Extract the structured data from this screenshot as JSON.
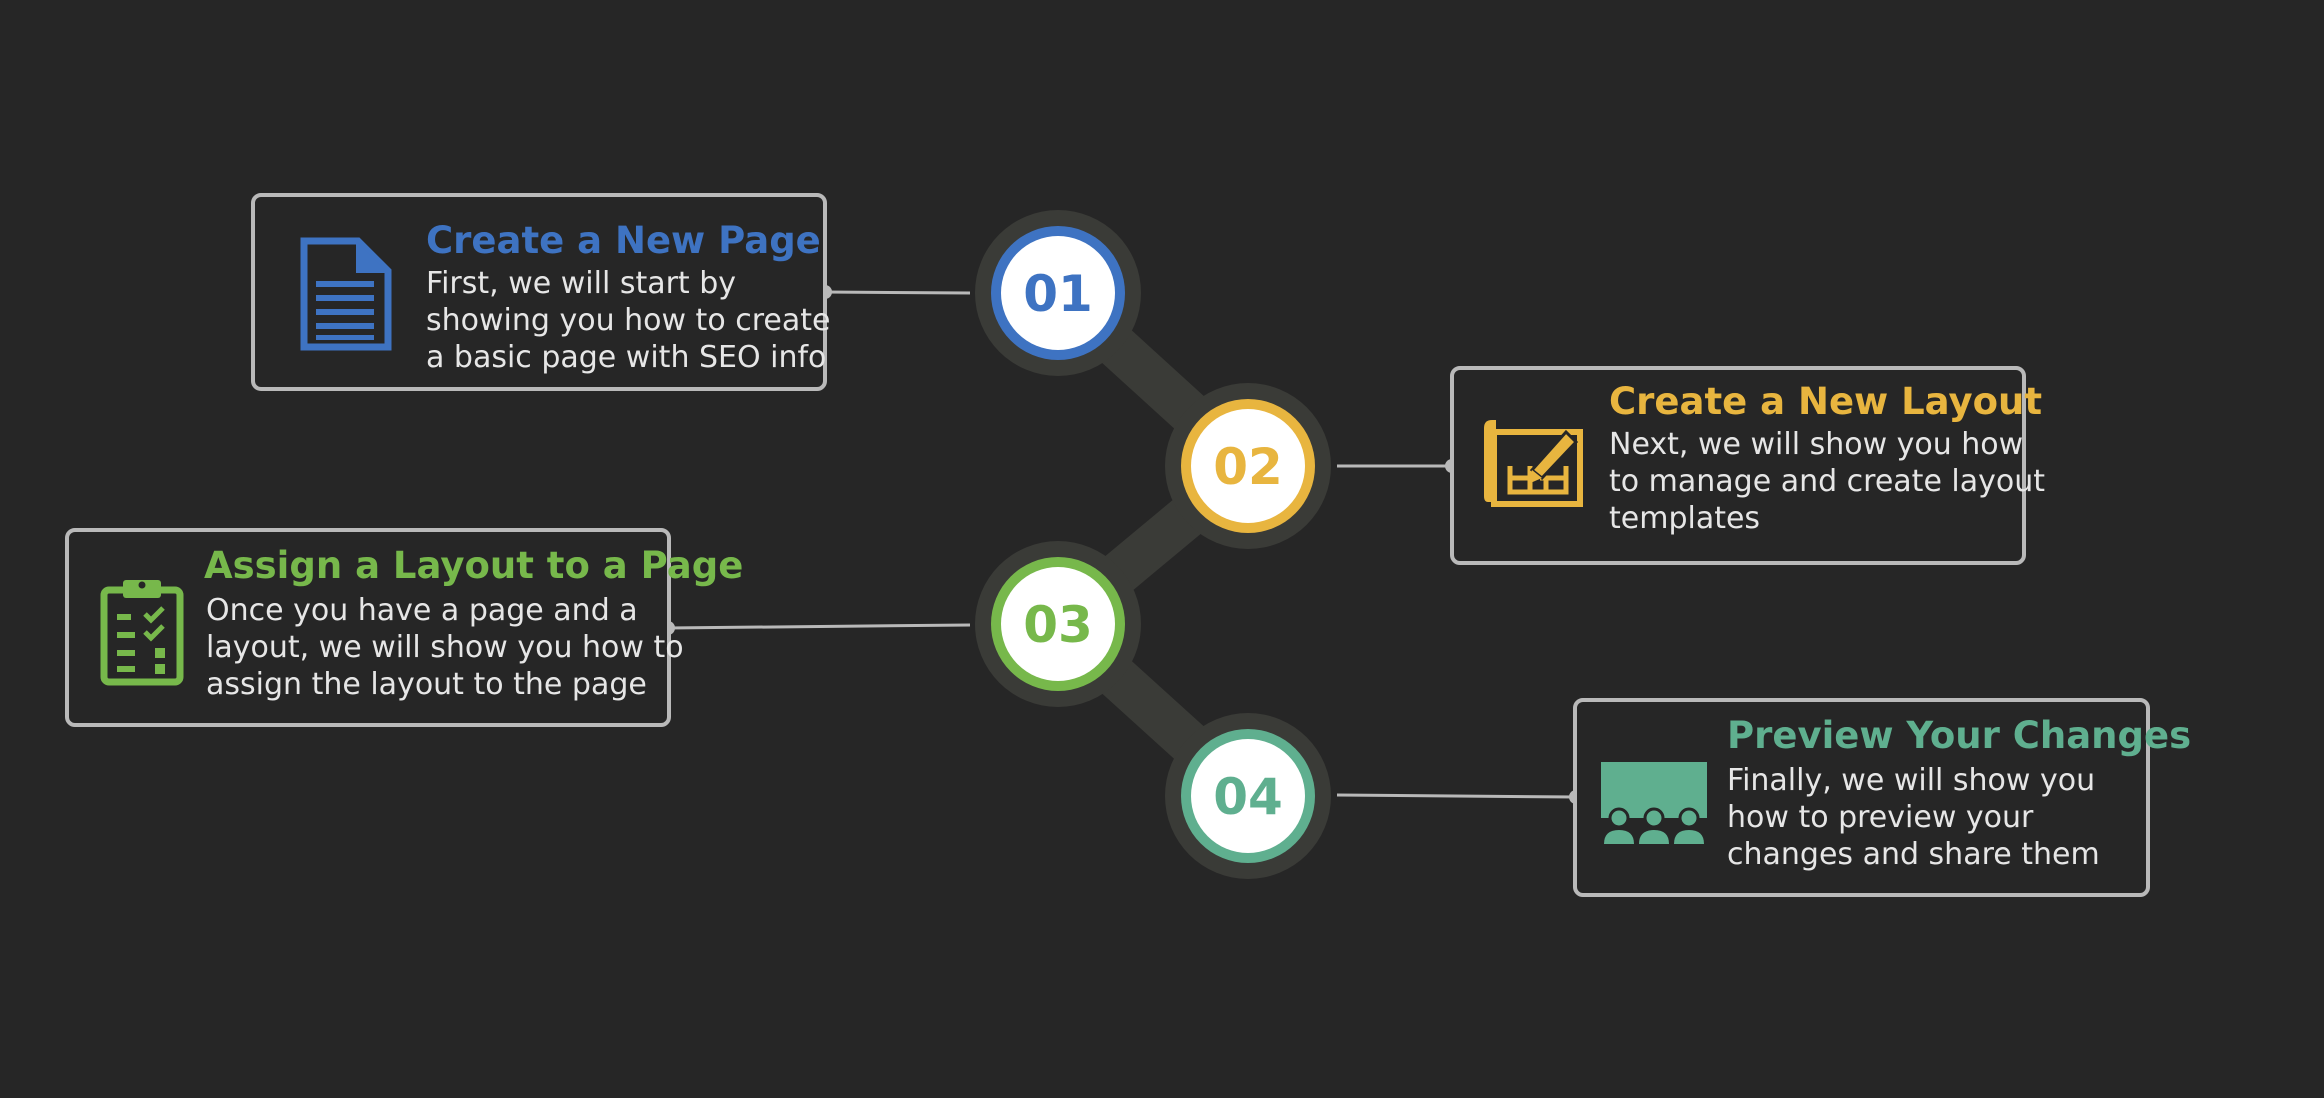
{
  "colors": {
    "background": "#262626",
    "card_border": "#b9b9b9",
    "connector_line": "#b9b9b9",
    "step_band": "#3a3b37",
    "blue": "#3e73c2",
    "yellow": "#e8b53f",
    "green": "#77b84b",
    "teal": "#5faf8f"
  },
  "steps": [
    {
      "number": "01",
      "title": "Create a New Page",
      "lines": [
        "First, we will start by",
        "showing you how to create",
        "a basic page with SEO info"
      ],
      "color": "#3e73c2",
      "icon": "document-icon"
    },
    {
      "number": "02",
      "title": "Create a New Layout",
      "lines": [
        "Next, we will show you how",
        "to manage and create layout",
        "templates"
      ],
      "color": "#e8b53f",
      "icon": "blueprint-icon"
    },
    {
      "number": "03",
      "title": "Assign a Layout to a Page",
      "lines": [
        "Once you have a page and a",
        "layout, we will show you how to",
        "assign the layout to the page"
      ],
      "color": "#77b84b",
      "icon": "clipboard-icon"
    },
    {
      "number": "04",
      "title": "Preview Your Changes",
      "lines": [
        "Finally, we will show you",
        "how to preview your",
        "changes and share them"
      ],
      "color": "#5faf8f",
      "icon": "presentation-icon"
    }
  ]
}
